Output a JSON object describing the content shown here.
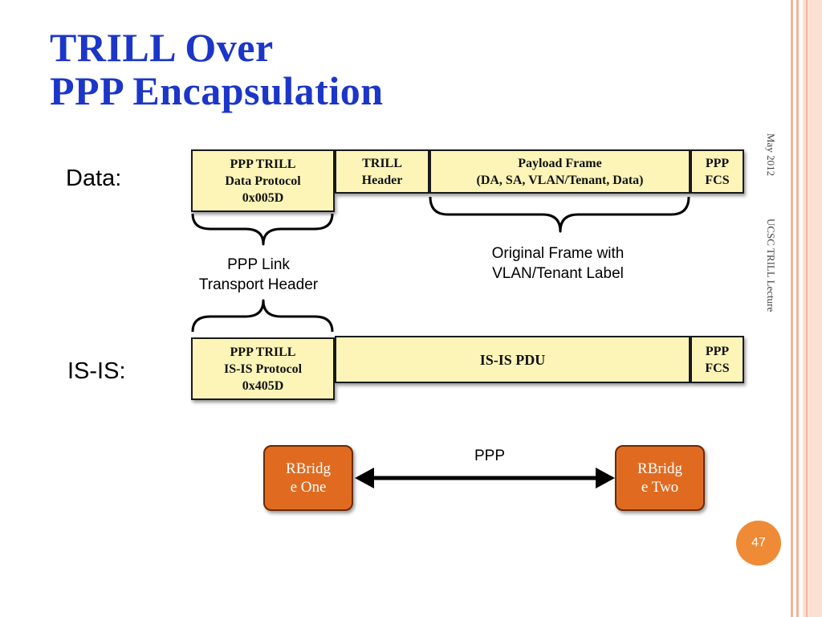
{
  "slide": {
    "title_line1": "TRILL Over",
    "title_line2": "PPP Encapsulation",
    "date_text": "May 2012",
    "footer_text": "UCSC TRILL Lecture",
    "page_number": "47"
  },
  "data_row": {
    "label": "Data:",
    "fields": [
      {
        "line1": "PPP TRILL",
        "line2": "Data Protocol",
        "line3": "0x005D"
      },
      {
        "line1": "TRILL",
        "line2": "Header"
      },
      {
        "line1": "Payload Frame",
        "line2": "(DA, SA, VLAN/Tenant, Data)"
      },
      {
        "line1": "PPP",
        "line2": "FCS"
      }
    ],
    "brace_caption_line1": "Original Frame with",
    "brace_caption_line2": "VLAN/Tenant Label"
  },
  "middle": {
    "caption_line1": "PPP Link",
    "caption_line2": "Transport Header"
  },
  "isis_row": {
    "label": "IS-IS:",
    "fields": [
      {
        "line1": "PPP TRILL",
        "line2": "IS-IS Protocol",
        "line3": "0x405D"
      },
      {
        "line1": "IS-IS PDU"
      },
      {
        "line1": "PPP",
        "line2": "FCS"
      }
    ]
  },
  "link": {
    "label": "PPP",
    "left_node_line1": "RBridg",
    "left_node_line2": "e One",
    "right_node_line1": "RBridg",
    "right_node_line2": "e Two"
  },
  "colors": {
    "title": "#1b36c8",
    "field_fill": "#fdf5b8",
    "rbridge_fill": "#e06b20",
    "badge": "#ef8a36",
    "stripe": "#f6c8b4"
  }
}
